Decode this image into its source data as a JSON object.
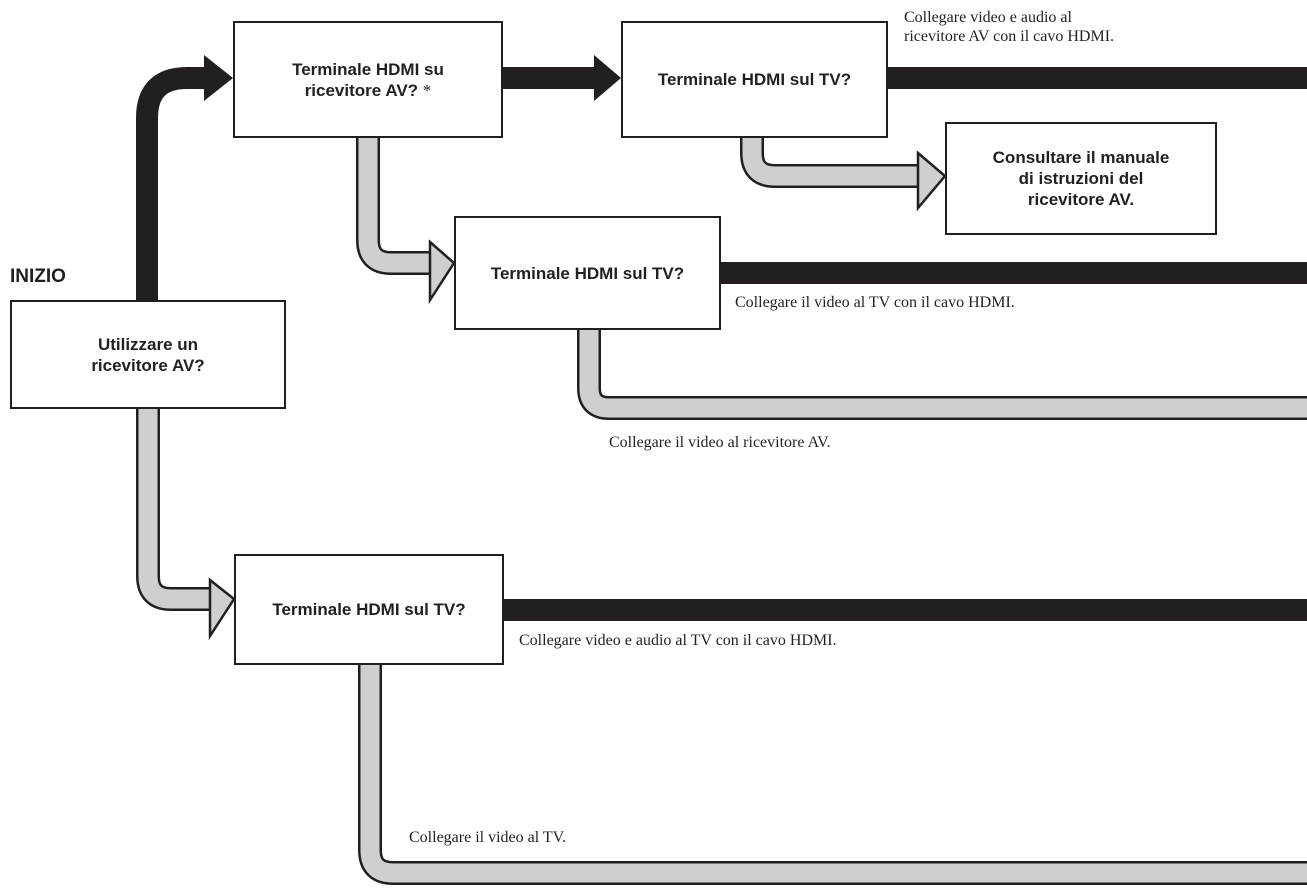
{
  "start_label": "INIZIO",
  "colors": {
    "yes_path": "#231f20",
    "no_path": "#cfcfcf",
    "outline": "#231f20",
    "box_fill": "#ffffff"
  },
  "nodes": {
    "use_receiver": "Utilizzare un\nricevitore AV?",
    "hdmi_on_receiver": "Terminale HDMI su\nricevitore AV?",
    "hdmi_on_receiver_marker": "*",
    "hdmi_tv_1": "Terminale HDMI sul TV?",
    "hdmi_tv_2": "Terminale HDMI sul TV?",
    "hdmi_tv_3": "Terminale HDMI sul TV?",
    "consult_manual": "Consultare il manuale\ndi istruzioni del\nricevitore AV."
  },
  "notes": {
    "video_audio_receiver_hdmi": "Collegare video e audio al\nricevitore AV con il cavo HDMI.",
    "video_tv_hdmi": "Collegare il video al TV con il cavo HDMI.",
    "video_receiver": "Collegare il video al ricevitore AV.",
    "video_audio_tv_hdmi": "Collegare video e audio al TV con il cavo HDMI.",
    "video_tv": "Collegare il video al TV."
  }
}
